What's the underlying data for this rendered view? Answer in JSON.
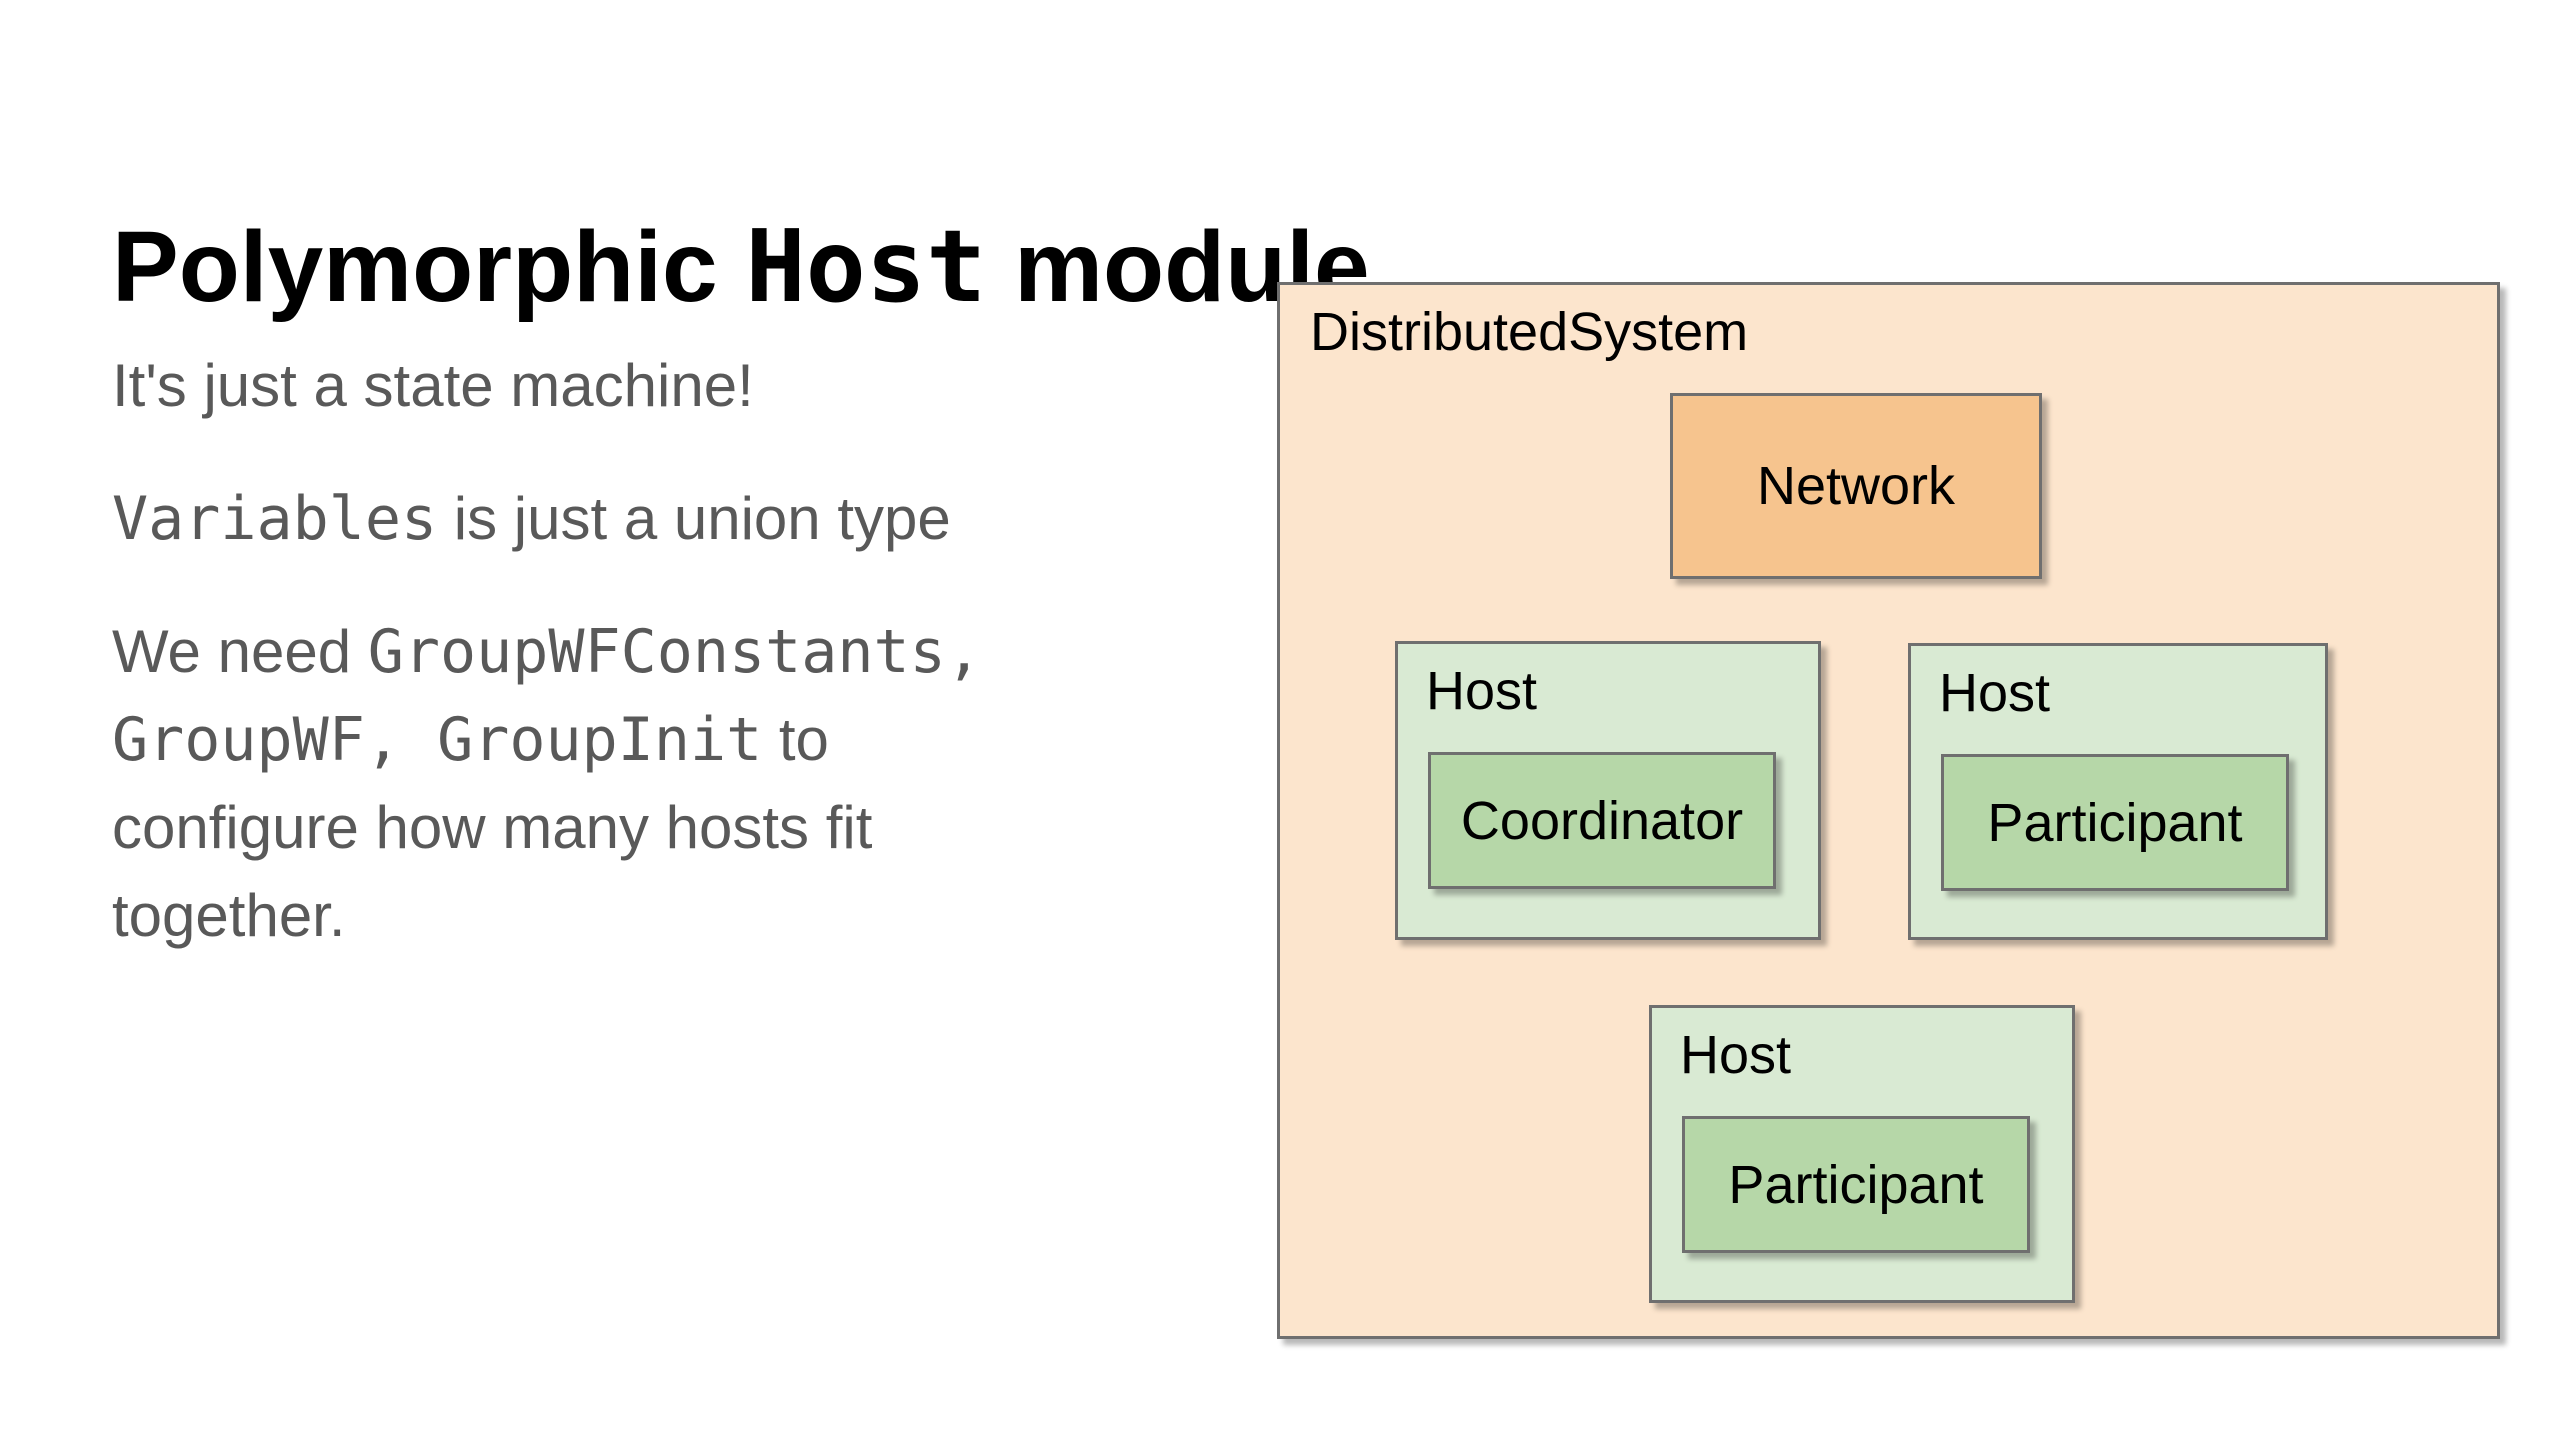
{
  "slide": {
    "title": {
      "lines": [
        [
          {
            "text": "Polymorphic ",
            "mono": false
          },
          {
            "text": "Host",
            "mono": true
          },
          {
            "text": " module",
            "mono": false
          }
        ]
      ]
    },
    "paragraphs": [
      {
        "lines": [
          [
            {
              "text": "It's just a state machine!",
              "mono": false
            }
          ]
        ]
      },
      {
        "lines": [
          [
            {
              "text": "Variables",
              "mono": true
            },
            {
              "text": " is just a union type",
              "mono": false
            }
          ]
        ]
      },
      {
        "lines": [
          [
            {
              "text": "We need ",
              "mono": false
            },
            {
              "text": "GroupWFConstants,",
              "mono": true
            }
          ],
          [
            {
              "text": "GroupWF, GroupInit",
              "mono": true
            },
            {
              "text": " to",
              "mono": false
            }
          ],
          [
            {
              "text": "configure how many hosts fit",
              "mono": false
            }
          ],
          [
            {
              "text": "together.",
              "mono": false
            }
          ]
        ]
      }
    ]
  },
  "diagram": {
    "system": {
      "label": "DistributedSystem"
    },
    "network": {
      "label": "Network"
    },
    "hosts": [
      {
        "label": "Host",
        "role": "Coordinator"
      },
      {
        "label": "Host",
        "role": "Participant"
      },
      {
        "label": "Host",
        "role": "Participant"
      }
    ]
  },
  "colors": {
    "system_fill": "#fce5cd",
    "network_fill": "#f6c48e",
    "host_fill": "#d9ead3",
    "role_fill": "#b6d7a8",
    "border": "#6f6f6f",
    "title_text": "#000000",
    "diagram_text": "#000000",
    "body_text": "#595959"
  }
}
